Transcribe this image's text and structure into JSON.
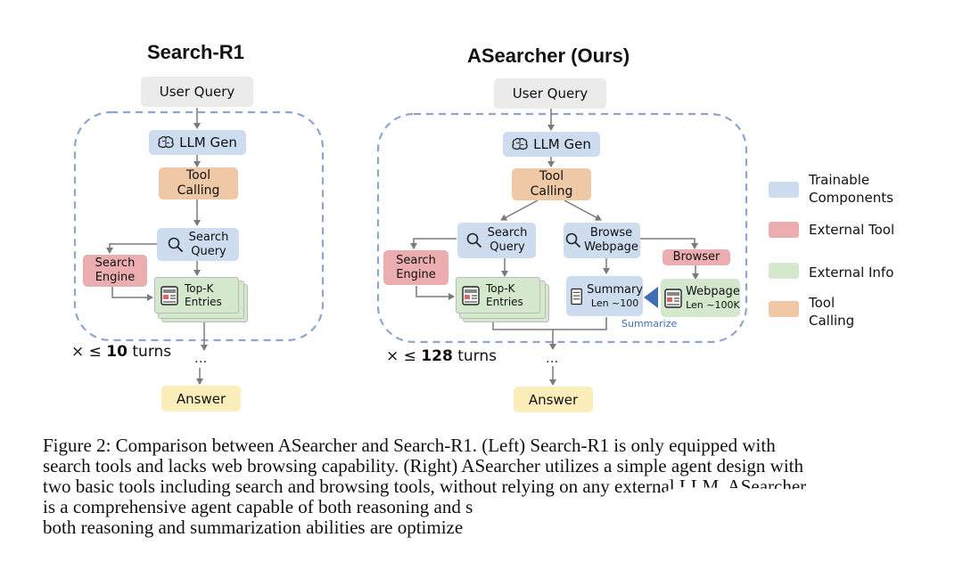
{
  "left": {
    "title": "Search-R1",
    "user_query": "User Query",
    "llm_gen": "LLM Gen",
    "tool_calling": [
      "Tool",
      "Calling"
    ],
    "search_query": [
      "Search",
      "Query"
    ],
    "search_engine": [
      "Search",
      "Engine"
    ],
    "topk": [
      "Top-K",
      "Entries"
    ],
    "turns_prefix": "× ≤ ",
    "turns_number": "10",
    "turns_suffix": " turns",
    "dots": "...",
    "answer": "Answer"
  },
  "right": {
    "title": "ASearcher (Ours)",
    "user_query": "User Query",
    "llm_gen": "LLM Gen",
    "tool_calling": [
      "Tool",
      "Calling"
    ],
    "search_query": [
      "Search",
      "Query"
    ],
    "browse_webpage": [
      "Browse",
      "Webpage"
    ],
    "search_engine": [
      "Search",
      "Engine"
    ],
    "browser": "Browser",
    "topk": [
      "Top-K",
      "Entries"
    ],
    "summary": [
      "Summary",
      "Len ~100"
    ],
    "webpage": [
      "Webpage",
      "Len ~100K"
    ],
    "summarize": "Summarize",
    "turns_prefix": "× ≤ ",
    "turns_number": "128",
    "turns_suffix": " turns",
    "dots": "...",
    "answer": "Answer"
  },
  "legend": {
    "trainable": [
      "Trainable",
      "Components"
    ],
    "external_tool": "External Tool",
    "external_info": "External Info",
    "tool_calling": [
      "Tool",
      "Calling"
    ]
  },
  "colors": {
    "trainable": "#cddcef",
    "external_tool": "#ebadaf",
    "external_info": "#d3e8cd",
    "tool_calling": "#efc8a6",
    "answer": "#fbeeba",
    "user_query": "#ebebeb",
    "dashed_border": "#8ea6cf"
  },
  "caption": [
    "Figure 2: Comparison between ASearcher and Search-R1. (Left) Search-R1 is only equipped with",
    "search tools and lacks web browsing capability. (Right) ASearcher utilizes a simple agent design with",
    "two basic tools including search and browsing tools, without relying on any external LLM. ASearcher",
    "is a comprehensive agent capable of both reasoning and s",
    "both reasoning and summarization abilities are optimize"
  ]
}
